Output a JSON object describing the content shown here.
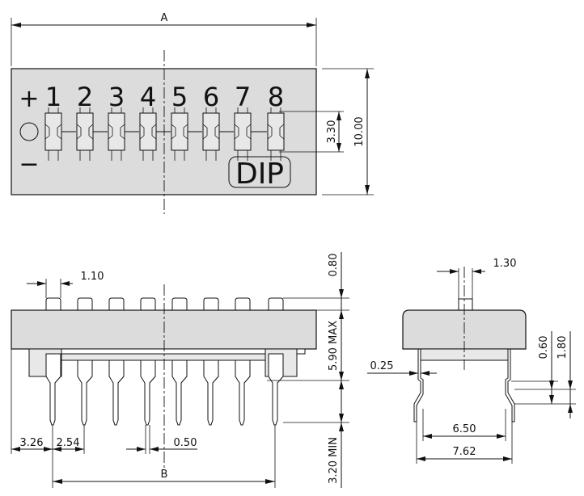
{
  "drawing": {
    "top_view": {
      "dim_A": "A",
      "dim_height": "10.00",
      "dim_switch": "3.30",
      "label_plus": "+",
      "label_minus": "−",
      "label_dip": "DIP",
      "switch_numbers": [
        "1",
        "2",
        "3",
        "4",
        "5",
        "6",
        "7",
        "8"
      ]
    },
    "front_view": {
      "dim_pin_width": "1.10",
      "dim_stud": "0.80",
      "dim_body_height": "5.90  MAX",
      "dim_pin_length": "3.20  MIN",
      "dim_edge": "3.26",
      "dim_pitch": "2.54",
      "dim_pin_thickness": "0.50",
      "dim_B": "B"
    },
    "side_view": {
      "dim_actuator": "1.30",
      "dim_lead_thickness": "0.25",
      "dim_offset_a": "0.60",
      "dim_offset_b": "1.80",
      "dim_inner_span": "6.50",
      "dim_outer_span": "7.62"
    }
  }
}
